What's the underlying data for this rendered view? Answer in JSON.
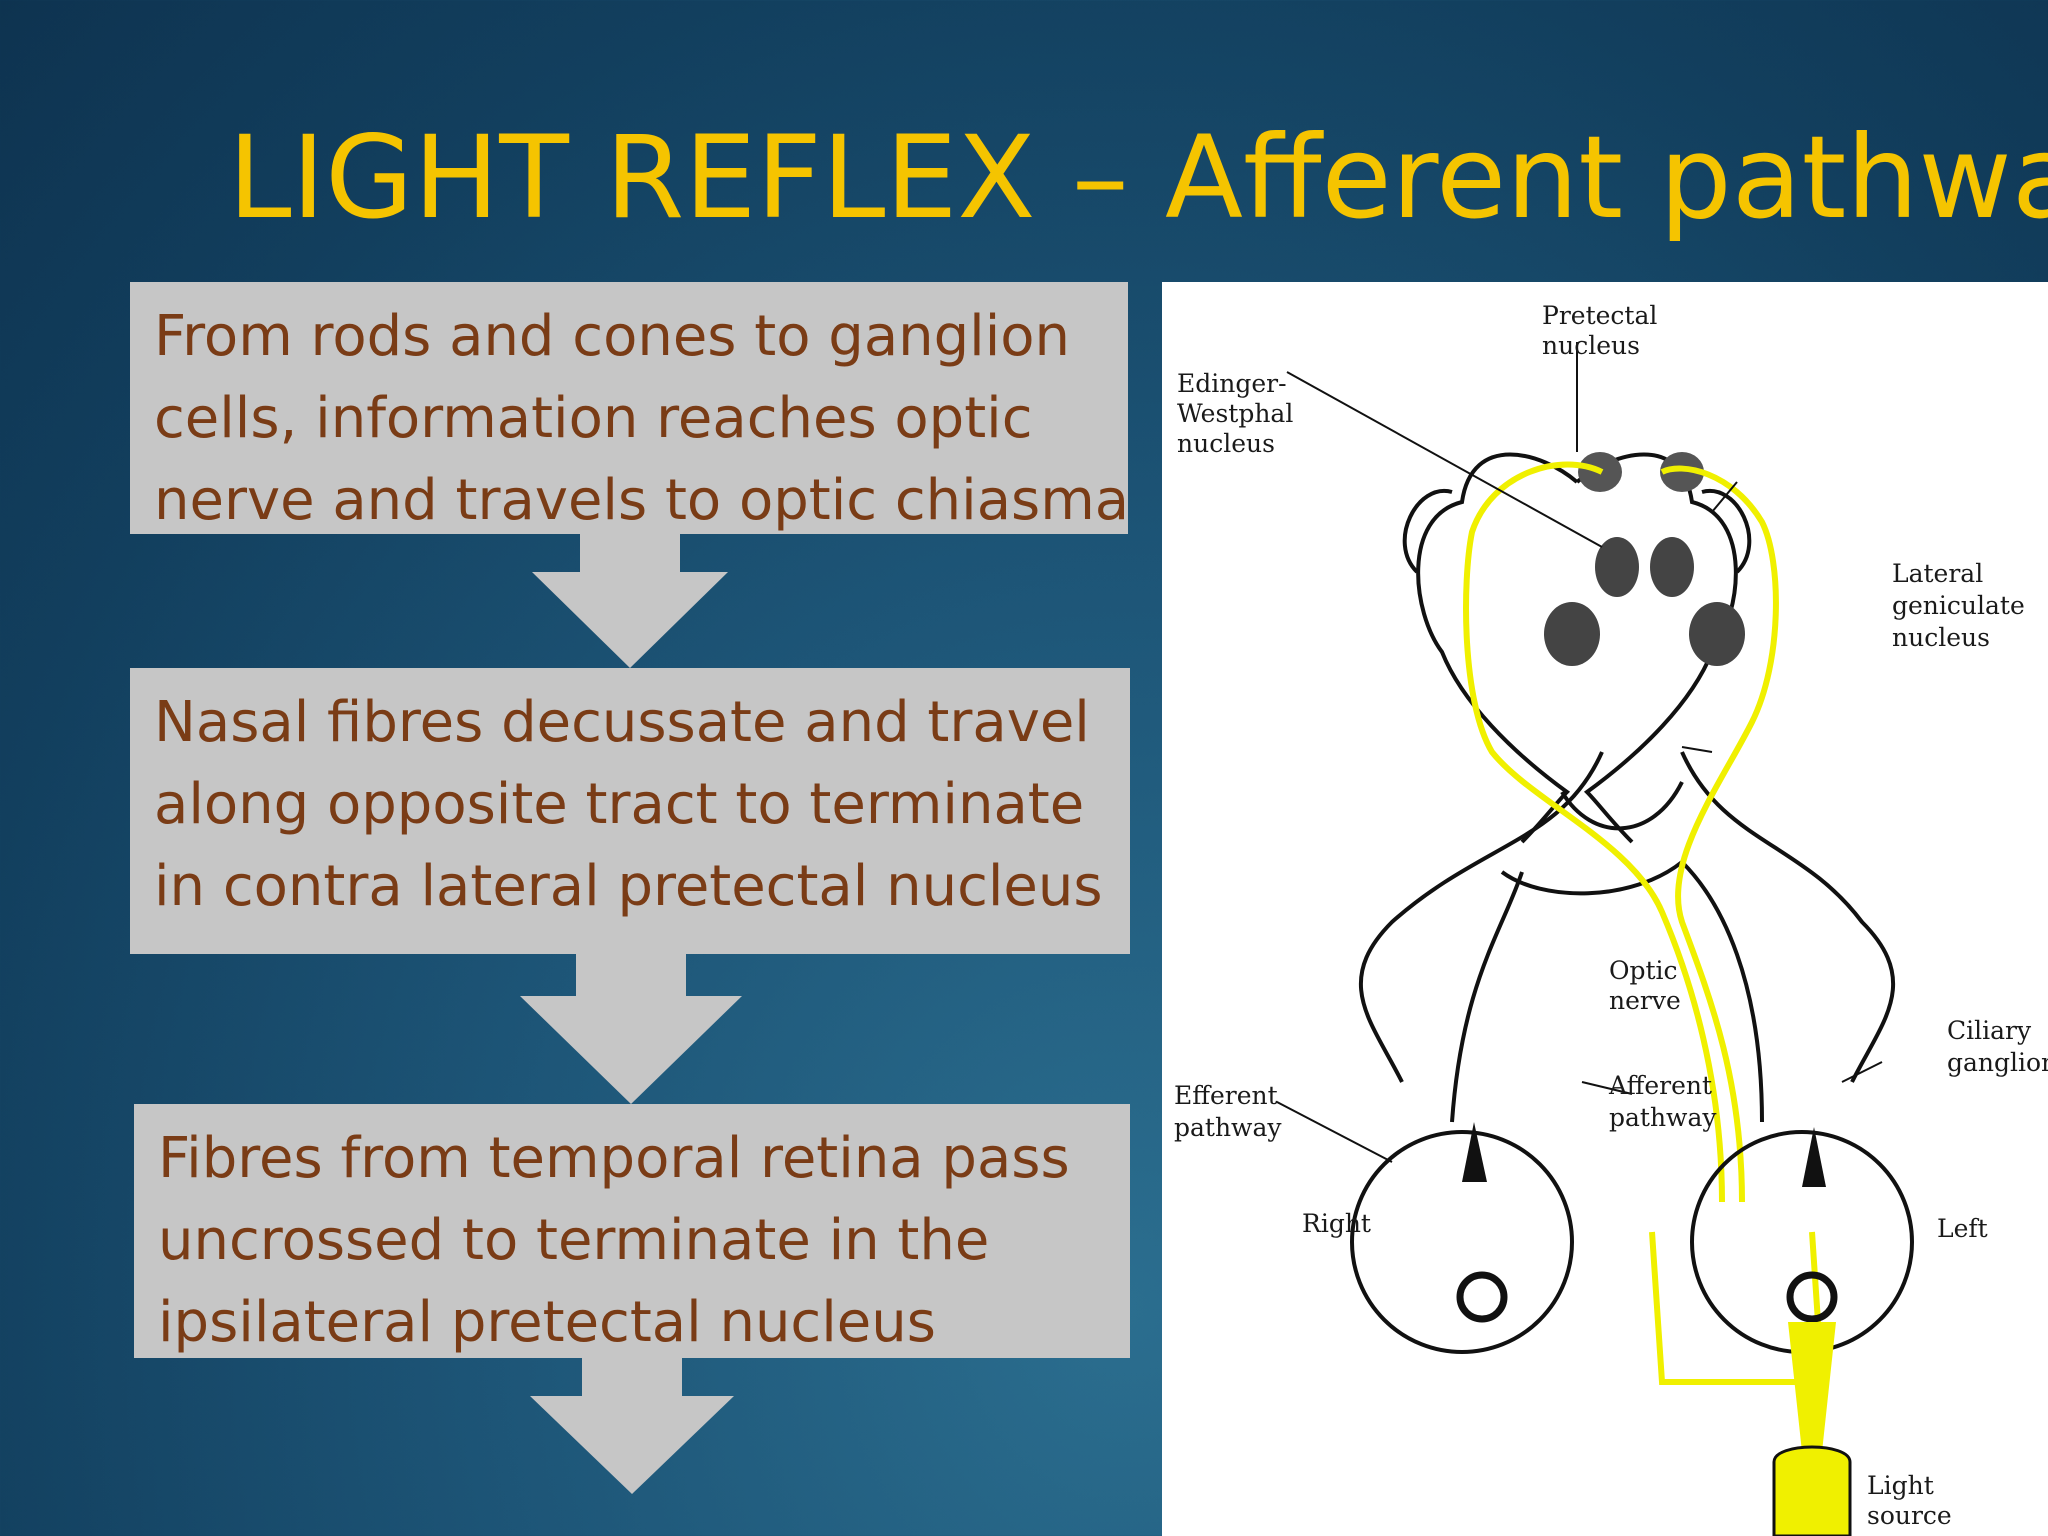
{
  "slide": {
    "title": "LIGHT REFLEX – Afferent pathway"
  },
  "flow": [
    {
      "lines": [
        "From rods and cones to ganglion",
        "cells, information reaches optic",
        "nerve and travels to optic chiasma"
      ]
    },
    {
      "lines": [
        "Nasal fibres decussate and travel",
        "along opposite tract to terminate",
        "in contra lateral pretectal nucleus"
      ]
    },
    {
      "lines": [
        "Fibres from temporal retina pass",
        "uncrossed to terminate in the",
        "ipsilateral pretectal nucleus"
      ]
    }
  ],
  "figure": {
    "labels": {
      "pretectal_1": "Pretectal",
      "pretectal_2": "nucleus",
      "ew_1": "Edinger-",
      "ew_2": "Westphal",
      "ew_3": "nucleus",
      "lgn_1": "Lateral",
      "lgn_2": "geniculate",
      "lgn_3": "nucleus",
      "optic_1": "Optic",
      "optic_2": "nerve",
      "ciliary_1": "Ciliary",
      "ciliary_2": "ganglion",
      "efferent_1": "Efferent",
      "efferent_2": "pathway",
      "afferent_1": "Afferent",
      "afferent_2": "pathway",
      "right": "Right",
      "left": "Left",
      "light_1": "Light",
      "light_2": "source"
    }
  },
  "colors": {
    "title": "#f5c400",
    "box_fill": "#c6c6c6",
    "box_text": "#7a3c16",
    "arrow_fill": "#c6c6c6",
    "pathway": "#f0f000"
  }
}
